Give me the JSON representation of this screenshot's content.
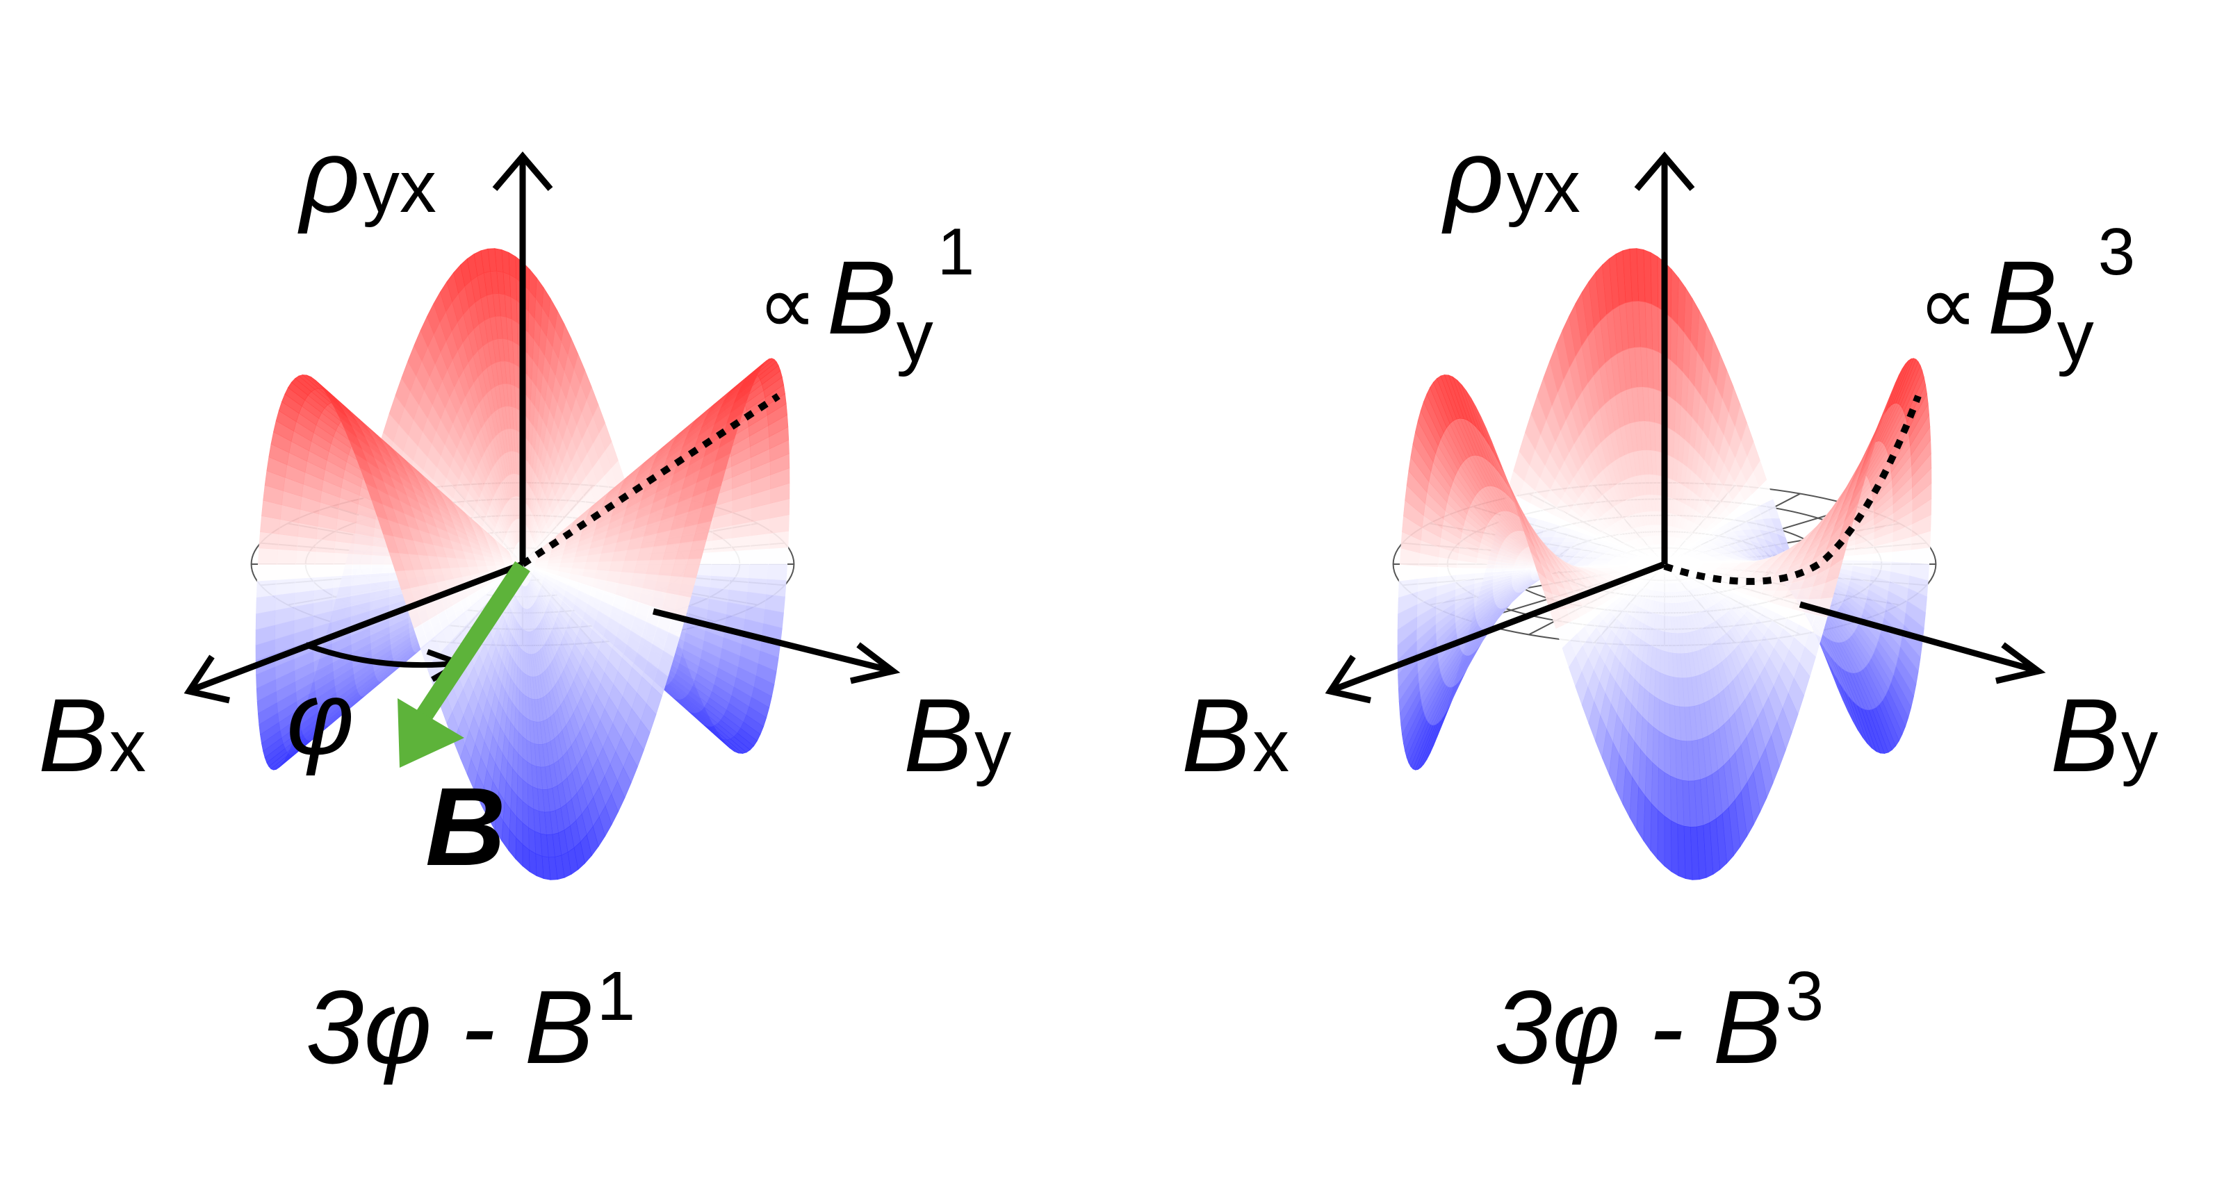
{
  "panels": [
    {
      "axis_vertical": {
        "base": "ρ",
        "sub": "yx"
      },
      "axis_x": {
        "base": "B",
        "sub": "x"
      },
      "axis_y": {
        "base": "B",
        "sub": "y"
      },
      "proportional": {
        "symbol": "∝",
        "base": "B",
        "sub": "y",
        "exp": "1"
      },
      "angle_label": "φ",
      "vector_label": "B",
      "caption": {
        "main": "3φ - B",
        "exp": "1"
      },
      "surface_power": 1
    },
    {
      "axis_vertical": {
        "base": "ρ",
        "sub": "yx"
      },
      "axis_x": {
        "base": "B",
        "sub": "x"
      },
      "axis_y": {
        "base": "B",
        "sub": "y"
      },
      "proportional": {
        "symbol": "∝",
        "base": "B",
        "sub": "y",
        "exp": "3"
      },
      "caption": {
        "main": "3φ - B",
        "exp": "3"
      },
      "surface_power": 3
    }
  ],
  "colors": {
    "positive": "#ff3b3b",
    "negative": "#3b3bff",
    "vector": "#5db33a",
    "axes": "#000000",
    "grid": "#555555"
  }
}
